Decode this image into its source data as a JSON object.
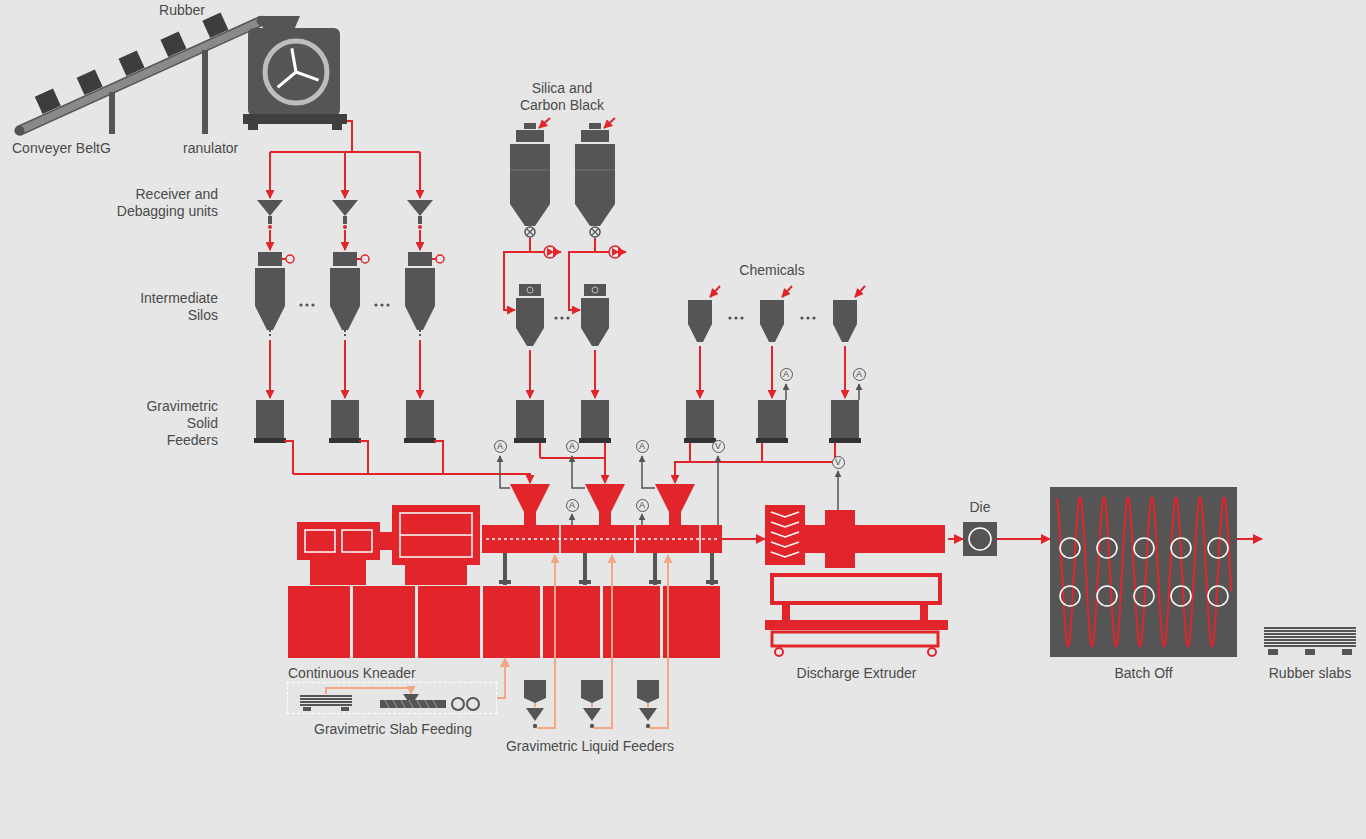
{
  "diagram": {
    "nodes": [
      {
        "text": [
          "Continuous Kneader"
        ]
      },
      {
        "text": [
          "Discharge Extruder"
        ]
      },
      {
        "text": [
          "Die"
        ]
      },
      {
        "text": [
          "Batch Off"
        ]
      },
      {
        "text": [
          "Rubber slabs"
        ]
      },
      {
        "text": [
          "Gravimetric Slab Feeding"
        ]
      }
    ],
    "edges": [
      {
        "from": 0,
        "to": 1,
        "arrow": "to"
      },
      {
        "from": 1,
        "to": 2,
        "arrow": "to"
      },
      {
        "from": 2,
        "to": 3,
        "arrow": "to"
      },
      {
        "from": 3,
        "to": 4,
        "arrow": "to"
      },
      {
        "from": 5,
        "to": 0,
        "arrow": "to"
      }
    ],
    "labels": [
      "Rubber",
      "Conveyer BeltG",
      "ranulator",
      "Silica and Carbon Black",
      "Receiver and Debagging units",
      "Intermediate Silos",
      "Chemicals",
      "Gravimetric Solid Feeders",
      "A",
      "A",
      "A",
      "A",
      "A",
      "A",
      "A",
      "V",
      "V",
      "Gravimetric Liquid Feeders"
    ]
  }
}
